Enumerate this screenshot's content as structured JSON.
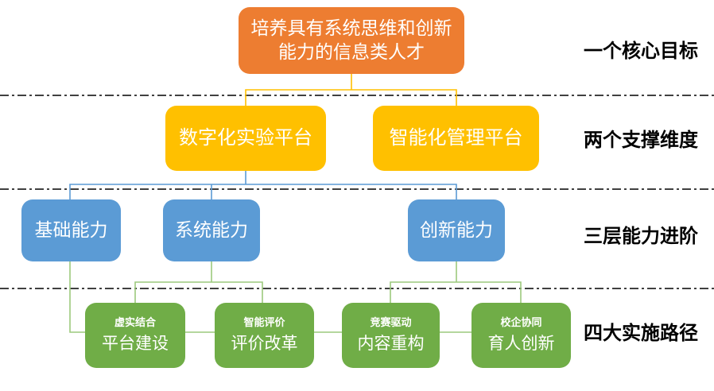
{
  "theme": {
    "goal_color": "#ED7D31",
    "platform_color": "#FFC000",
    "ability_color": "#5B9BD5",
    "path_color": "#70AD47",
    "connector_yellow": "#FFC000",
    "connector_blue": "#5B9BD5",
    "connector_green": "#9CC97D",
    "divider_color": "#000000",
    "box_text_color": "#FFFFFF",
    "label_text_color": "#000000"
  },
  "goal": {
    "text": "培养具有系统思维和创新能力的信息类人才",
    "label": "一个核心目标"
  },
  "platforms": {
    "label": "两个支撑维度",
    "items": [
      {
        "text": "数字化实验平台"
      },
      {
        "text": "智能化管理平台"
      }
    ]
  },
  "abilities": {
    "label": "三层能力进阶",
    "items": [
      {
        "text": "基础能力"
      },
      {
        "text": "系统能力"
      },
      {
        "text": "创新能力"
      }
    ]
  },
  "paths": {
    "label": "四大实施路径",
    "items": [
      {
        "tag": "虚实结合",
        "text": "平台建设"
      },
      {
        "tag": "智能评价",
        "text": "评价改革"
      },
      {
        "tag": "竞赛驱动",
        "text": "内容重构"
      },
      {
        "tag": "校企协同",
        "text": "育人创新"
      }
    ]
  }
}
